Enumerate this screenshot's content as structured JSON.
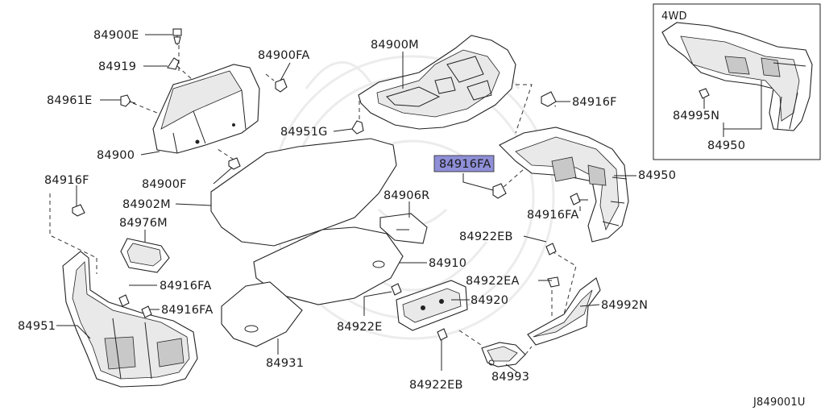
{
  "inset": {
    "title": "4WD"
  },
  "labels": {
    "p84900E": "84900E",
    "p84919": "84919",
    "p84961E": "84961E",
    "p84900": "84900",
    "p84900FA": "84900FA",
    "p84951G": "84951G",
    "p84900M": "84900M",
    "p84916F_right": "84916F",
    "p84900F": "84900F",
    "p84916FA_hl": "84916FA",
    "p84950": "84950",
    "p84916F_left": "84916F",
    "p84902M": "84902M",
    "p84906R": "84906R",
    "p84976M": "84976M",
    "p84916FA_right": "84916FA",
    "p84922EB_top": "84922EB",
    "p84910": "84910",
    "p84916FA_left1": "84916FA",
    "p84922EA": "84922EA",
    "p84920": "84920",
    "p84992N": "84992N",
    "p84916FA_left2": "84916FA",
    "p84951": "84951",
    "p84922E": "84922E",
    "p84931": "84931",
    "p84993": "84993",
    "p84922EB_bottom": "84922EB",
    "p84995N": "84995N",
    "p84950_inset": "84950"
  },
  "ref_code": "J849001U",
  "highlight_color": "#8f8fd8"
}
